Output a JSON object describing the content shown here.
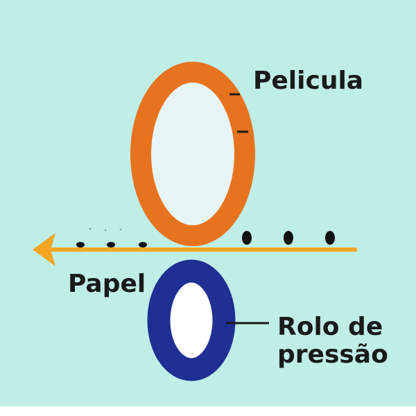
{
  "labels": {
    "film": "Pelicula",
    "paper": "Papel",
    "pressure_roller_line1": "Rolo de",
    "pressure_roller_line2": "pressão"
  },
  "colors": {
    "background": "#bfeee7",
    "film_roller": "#e8731f",
    "film_roller_inner": "#e7f5f7",
    "pressure_roller": "#1f2f94",
    "pressure_roller_inner": "#ffffff",
    "paper_arrow": "#f5a623",
    "toner_particles": "#111111",
    "text": "#1a1a1a"
  },
  "icons": {
    "paper_direction": "arrow-left"
  }
}
